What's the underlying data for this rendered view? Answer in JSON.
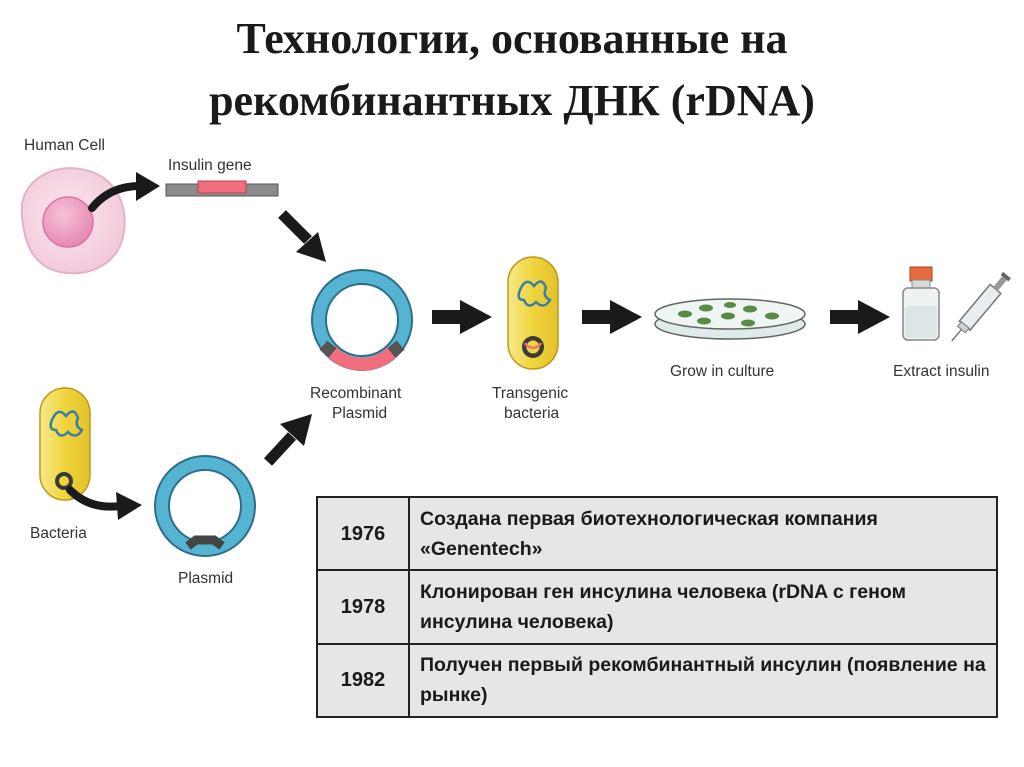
{
  "title": {
    "line1": "Технологии, основанные на",
    "line2": "рекомбинантных ДНК (rDNA)"
  },
  "labels": {
    "human_cell": "Human Cell",
    "insulin_gene": "Insulin gene",
    "recombinant_plasmid_1": "Recombinant",
    "recombinant_plasmid_2": "Plasmid",
    "transgenic_bacteria_1": "Transgenic",
    "transgenic_bacteria_2": "bacteria",
    "grow_in_culture": "Grow in culture",
    "extract_insulin": "Extract insulin",
    "bacteria": "Bacteria",
    "plasmid": "Plasmid"
  },
  "timeline": [
    {
      "year": "1976",
      "event": "Создана первая биотехнологическая компания «Genentech»"
    },
    {
      "year": "1978",
      "event": "Клонирован ген инсулина человека (rDNA с геном инсулина человека)"
    },
    {
      "year": "1982",
      "event": "Получен первый рекомбинантный инсулин (появление на рынке)"
    }
  ],
  "colors": {
    "cell_body": "#f7d6e4",
    "cell_nucleus": "#ee9bc0",
    "plasmid_ring": "#4aa9c9",
    "insert_gene": "#f26d7d",
    "bacteria_body": "#f2db58",
    "arrow": "#1a1a1a",
    "table_bg": "#e6e6e6"
  }
}
